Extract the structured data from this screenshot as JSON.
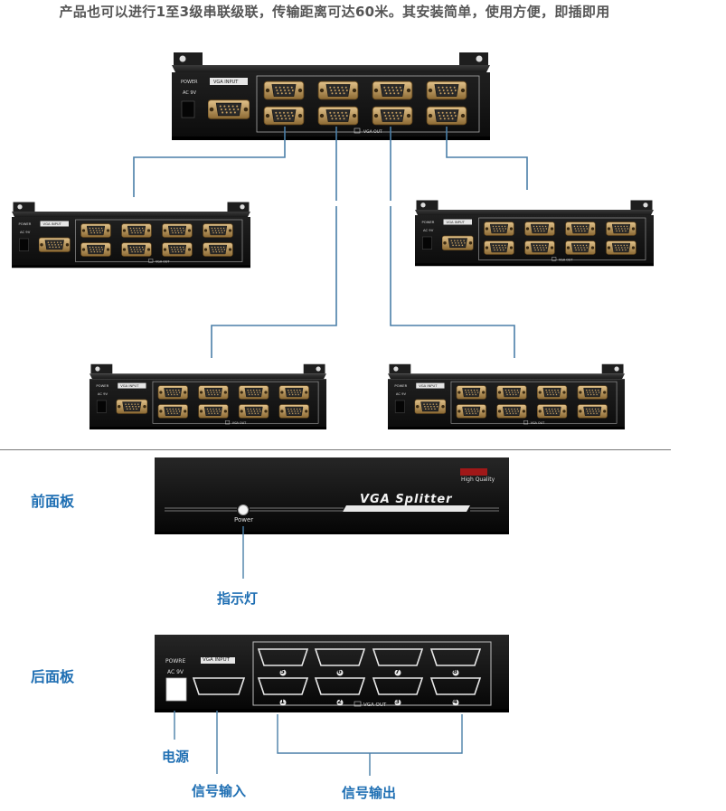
{
  "headline": "产品也可以进行1至3级串联级联，传输距离可达60米。其安装简单，使用方便，即插即用",
  "device_labels": {
    "power": "POWER",
    "ac": "AC 9V",
    "vga_input": "VGA INPUT",
    "vga_out": "VGA OUT"
  },
  "front_panel": {
    "section_label": "前面板",
    "brand_tag": "High Quality",
    "product_name": "VGA Splitter",
    "power_text": "Power",
    "callout_indicator": "指示灯"
  },
  "back_panel": {
    "section_label": "后面板",
    "power_label": "POWRE",
    "ac_label": "AC 9V",
    "input_label": "VGA INPUT",
    "output_label": "VGA OUT",
    "port_numbers_top": [
      "5",
      "6",
      "7",
      "8"
    ],
    "port_numbers_bottom": [
      "1",
      "2",
      "3",
      "4"
    ],
    "callout_power": "电源",
    "callout_input": "信号输入",
    "callout_output": "信号输出"
  },
  "colors": {
    "device_body": "#151515",
    "port_gold": "#c8a060",
    "label_blue": "#1f6fb3",
    "brand_red": "#a01818"
  }
}
